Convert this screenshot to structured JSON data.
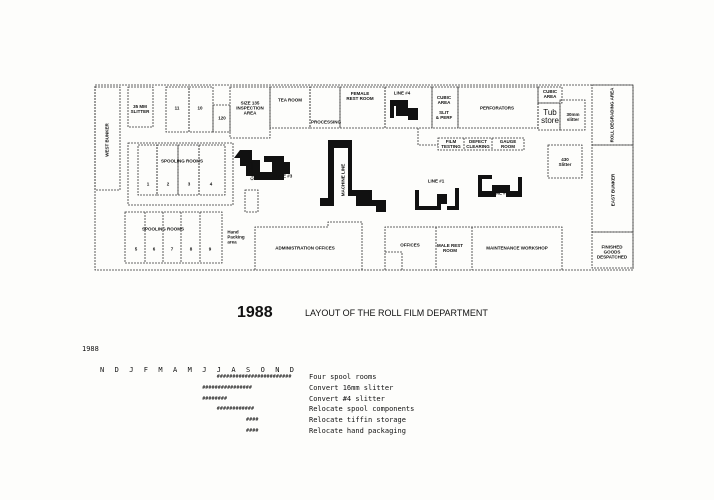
{
  "plan": {
    "rooms": {
      "west_bunker": "WEST BUNKER",
      "slitter35": "35 MM\nSLITTER",
      "r11": "11",
      "r10": "10",
      "r120": "120",
      "inspection": "SIZE 135\nINSPECTION\nAREA",
      "tea": "TEA ROOM",
      "processing": "PROCESSING",
      "female_rest": "FEMALE\nREST ROOM",
      "line4": "LINE #4",
      "cubic1": "CUBIC\nAREA",
      "slit_perf": "SLIT\n& PERF",
      "perforators": "PERFORATORS",
      "cubic2": "CUBIC\nAREA",
      "tub_store": "Tub\nstore",
      "slitter30": "30mm\nslitter",
      "roll_area": "ROLL DEGRADING AREA",
      "film_testing": "FILM\nTESTING",
      "defect": "DEFECT\nCLEARING",
      "gauge": "GAUGE\nROOM",
      "slitter430": "430\nSlitter",
      "east_bunker": "EAST BUNKER",
      "finished": "FINISHED\nGOODS\nDESPATCHED",
      "spooling1": "SPOOLING ROOMS",
      "spooling2": "SPOOLING ROOMS",
      "s1": "1",
      "s2": "2",
      "s3": "3",
      "s4": "4",
      "s5": "5",
      "s6": "6",
      "s7": "7",
      "s8": "8",
      "s9": "9",
      "hand_packing": "Hand\nPacking\narea",
      "capper": "CAPPER",
      "line3": "LINE #3",
      "machine_line": "MACHINE LINE",
      "line1": "LINE #1",
      "line2": "LINE #2",
      "admin": "ADMINISTRATION OFFICES",
      "offices": "OFFICES",
      "male_rest": "MALE REST\nROOM",
      "maintenance": "MAINTENANCE WORKSHOP"
    }
  },
  "title": {
    "year": "1988",
    "text": "LAYOUT OF THE ROLL FILM DEPARTMENT"
  },
  "schedule": {
    "year": "1988",
    "months": [
      "N",
      "D",
      "J",
      "F",
      "M",
      "A",
      "M",
      "J",
      "J",
      "A",
      "S",
      "O",
      "N",
      "D"
    ],
    "tasks": [
      {
        "bar": "########################",
        "label": "Four spool rooms",
        "start": 8
      },
      {
        "bar": "################",
        "label": "Convert 16mm slitter",
        "start": 7
      },
      {
        "bar": "########",
        "label": "Convert #4 slitter",
        "start": 7
      },
      {
        "bar": "############",
        "label": "Relocate spool components",
        "start": 8
      },
      {
        "bar": "####",
        "label": "Relocate tiffin storage",
        "start": 10
      },
      {
        "bar": "####",
        "label": "Relocate hand packaging",
        "start": 10
      }
    ]
  }
}
